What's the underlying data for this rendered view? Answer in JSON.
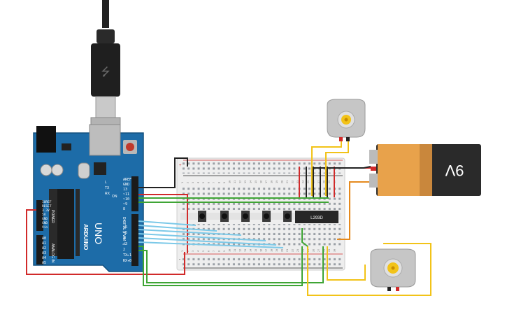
{
  "arduino": {
    "brand": "ARDUINO",
    "model": "UNO",
    "header_top": [
      "AREF",
      "GND",
      "13",
      "~11",
      "~10",
      "~9",
      "8"
    ],
    "header_digital": [
      "7",
      "~6",
      "~5",
      "4",
      "~3",
      "2",
      "TX▸1",
      "RX◂0"
    ],
    "digital_title": "DIGITAL (PWM ~)",
    "power_pins": [
      "IOREF",
      "RESET",
      "3.3V",
      "5V",
      "GND",
      "GND",
      "Vin"
    ],
    "power_title": "POWER",
    "analog_pins": [
      "A0",
      "A1",
      "A2",
      "A3",
      "A4",
      "A5"
    ],
    "analog_title": "ANALOG IN",
    "led_labels": [
      "L",
      "TX",
      "RX"
    ],
    "on_label": "ON"
  },
  "breadboard": {
    "column_numbers": [
      "1",
      "2",
      "3",
      "4",
      "5",
      "6",
      "7",
      "8",
      "9",
      "10",
      "11",
      "12",
      "13",
      "14",
      "15",
      "16",
      "17",
      "18",
      "19",
      "20",
      "21",
      "22",
      "23",
      "24",
      "25",
      "26",
      "27",
      "28",
      "29",
      "30"
    ],
    "rail_plus": "+",
    "rail_minus": "-"
  },
  "driver_chip": {
    "label": "L293D"
  },
  "battery": {
    "label": "9V"
  },
  "colors": {
    "wire_red": "#d12a2a",
    "wire_green": "#3fa535",
    "wire_blue": "#7cc9e8",
    "wire_yellow": "#f2c318",
    "wire_black": "#222222",
    "wire_orange": "#e58a1f",
    "board_blue": "#1d6ca8"
  }
}
